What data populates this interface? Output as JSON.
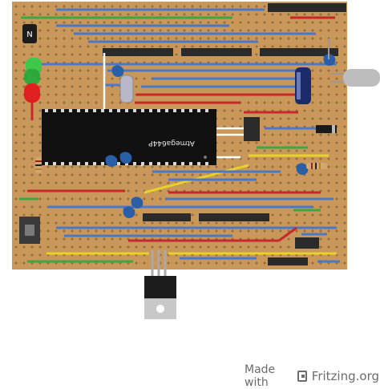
{
  "chip": {
    "label": "Atmega644P"
  },
  "credit": {
    "made_with": "Made with",
    "brand": "Fritzing.org"
  },
  "colors": {
    "board": "#c9975a",
    "hole": "#8a6a3a",
    "chip": "#111111",
    "wire_blue": "#4a78c8",
    "wire_red": "#c8282a",
    "wire_green": "#3aa844",
    "wire_yellow": "#e6d22a",
    "wire_white": "#ffffff",
    "capacitor_blue": "#2a5fa8",
    "led_green": "#3cc84a",
    "led_red": "#e02020"
  }
}
